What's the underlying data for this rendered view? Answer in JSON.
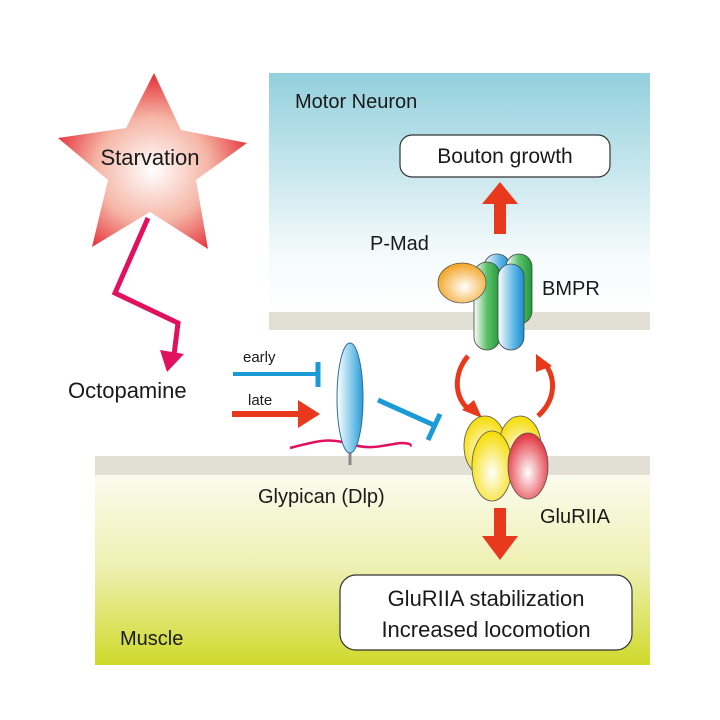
{
  "labels": {
    "starvation": "Starvation",
    "octopamine": "Octopamine",
    "early": "early",
    "late": "late",
    "motor_neuron": "Motor Neuron",
    "muscle": "Muscle",
    "bouton_growth": "Bouton growth",
    "p_mad": "P-Mad",
    "bmpr": "BMPR",
    "glypican": "Glypican (Dlp)",
    "gluriia": "GluRIIA",
    "outcome_line1": "GluRIIA stabilization",
    "outcome_line2": "Increased locomotion"
  },
  "colors": {
    "activation_red": "#e8391c",
    "starvation_pink": "#e0115f",
    "inhibition_blue": "#1a9ad6",
    "membrane": "#e2e0d4",
    "neuron_top": "#93d0dd",
    "muscle_bottom": "#cfd92a"
  }
}
